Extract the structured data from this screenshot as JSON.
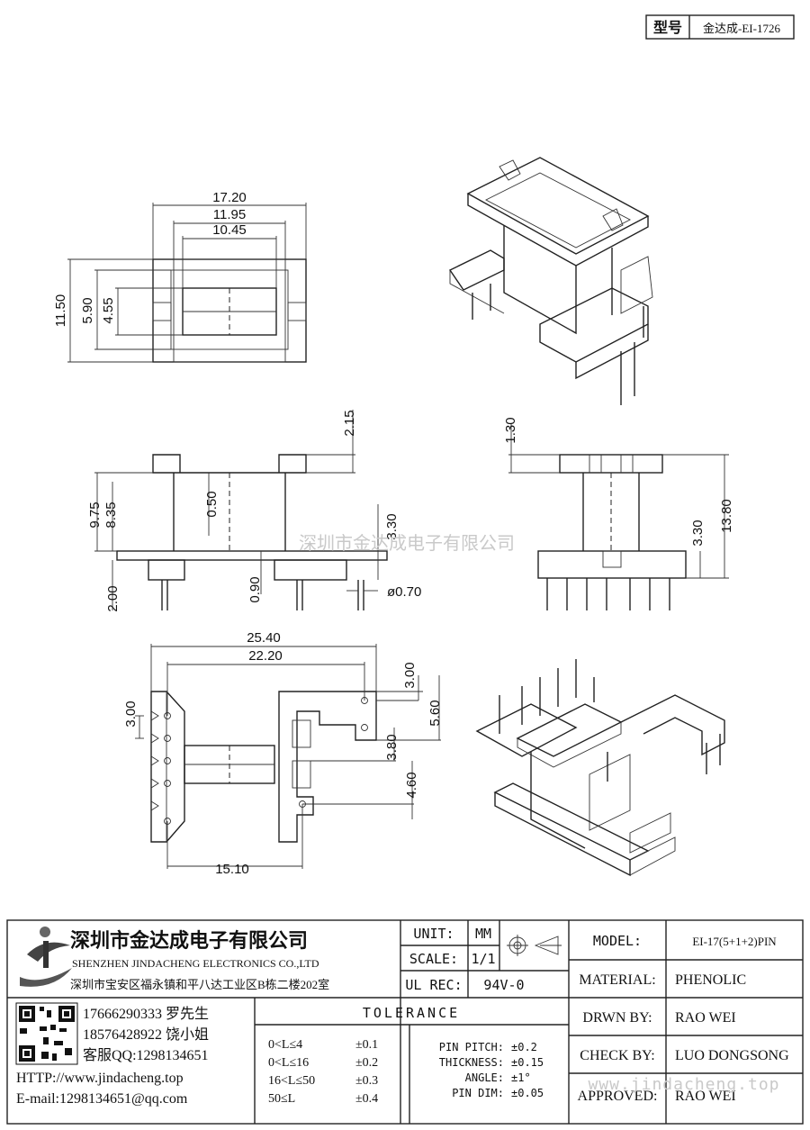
{
  "model_box": {
    "label": "型号",
    "value": "金达成-EI-1726"
  },
  "dimensions": {
    "top_width_outer": "17.20",
    "top_width_mid": "11.95",
    "top_width_inner": "10.45",
    "top_height_outer": "11.50",
    "top_height_mid": "5.90",
    "top_height_inner": "4.55",
    "side_flange": "2.15",
    "side_total": "9.75",
    "side_window": "8.35",
    "side_wall": "0.50",
    "side_base": "3.30",
    "side_pin": "2.00",
    "side_base_thick": "0.90",
    "side_pin_dia": "ø0.70",
    "front_flange": "1.30",
    "front_base": "3.30",
    "front_total": "13.80",
    "bottom_outer": "25.40",
    "bottom_pitch": "22.20",
    "bottom_left_pitch": "3.00",
    "bottom_right_pitch": "3.00",
    "bottom_right_a": "5.60",
    "bottom_right_b": "3.80",
    "bottom_right_c": "4.60",
    "bottom_base": "15.10"
  },
  "watermark": {
    "center": "深圳市金达成电子有限公司",
    "url": "www.jindacheng.top"
  },
  "title_block": {
    "company_cn": "深圳市金达成电子有限公司",
    "company_en": "SHENZHEN JINDACHENG ELECTRONICS CO.,LTD",
    "address": "深圳市宝安区福永镇和平八达工业区B栋二楼202室",
    "unit_label": "UNIT:",
    "unit_value": "MM",
    "scale_label": "SCALE:",
    "scale_value": "1/1",
    "ulrec_label": "UL REC:",
    "ulrec_value": "94V-0",
    "model_label": "MODEL:",
    "model_value": "EI-17(5+1+2)PIN",
    "material_label": "MATERIAL:",
    "material_value": "PHENOLIC",
    "drawn_label": "DRWN BY:",
    "drawn_value": "RAO WEI",
    "check_label": "CHECK BY:",
    "check_value": "LUO DONGSONG",
    "approved_label": "APPROVED:",
    "approved_value": "RAO WEI",
    "tolerance_title": "TOLERANCE",
    "tol_rows": [
      {
        "range": "0<L≤4",
        "value": "±0.1"
      },
      {
        "range": "0<L≤16",
        "value": "±0.2"
      },
      {
        "range": "16<L≤50",
        "value": "±0.3"
      },
      {
        "range": "50≤L",
        "value": "±0.4"
      }
    ],
    "pin_pitch_label": "PIN PITCH:",
    "pin_pitch_value": "±0.2",
    "thickness_label": "THICKNESS:",
    "thickness_value": "±0.15",
    "angle_label": "ANGLE:",
    "angle_value": "±1°",
    "pin_dim_label": "PIN DIM:",
    "pin_dim_value": "±0.05",
    "contact_1": "17666290333 罗先生",
    "contact_2": "18576428922 饶小姐",
    "contact_qq": "客服QQ:1298134651",
    "contact_http": "HTTP://www.jindacheng.top",
    "contact_email": "E-mail:1298134651@qq.com"
  }
}
